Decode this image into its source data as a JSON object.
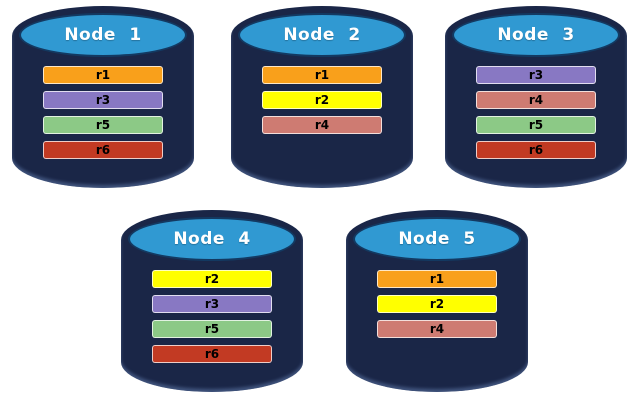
{
  "canvas": {
    "background": "#FFFFFF"
  },
  "palette": {
    "cylinder_body": "#1A2647",
    "cylinder_top": "#3099D2",
    "title_text": "#FFFFFF",
    "bar_text": "#000000"
  },
  "replicas": {
    "r1": {
      "label": "r1",
      "color": "#F9A01B"
    },
    "r2": {
      "label": "r2",
      "color": "#FFFF00"
    },
    "r3": {
      "label": "r3",
      "color": "#8878C3"
    },
    "r4": {
      "label": "r4",
      "color": "#CE7B72"
    },
    "r5": {
      "label": "r5",
      "color": "#8CC986"
    },
    "r6": {
      "label": "r6",
      "color": "#C23A23"
    }
  },
  "nodes": [
    {
      "label": "Node 1",
      "replicas": [
        "r1",
        "r3",
        "r5",
        "r6"
      ]
    },
    {
      "label": "Node 2",
      "replicas": [
        "r1",
        "r2",
        "r4"
      ]
    },
    {
      "label": "Node 3",
      "replicas": [
        "r3",
        "r4",
        "r5",
        "r6"
      ]
    },
    {
      "label": "Node 4",
      "replicas": [
        "r2",
        "r3",
        "r5",
        "r6"
      ]
    },
    {
      "label": "Node 5",
      "replicas": [
        "r1",
        "r2",
        "r4"
      ]
    }
  ]
}
